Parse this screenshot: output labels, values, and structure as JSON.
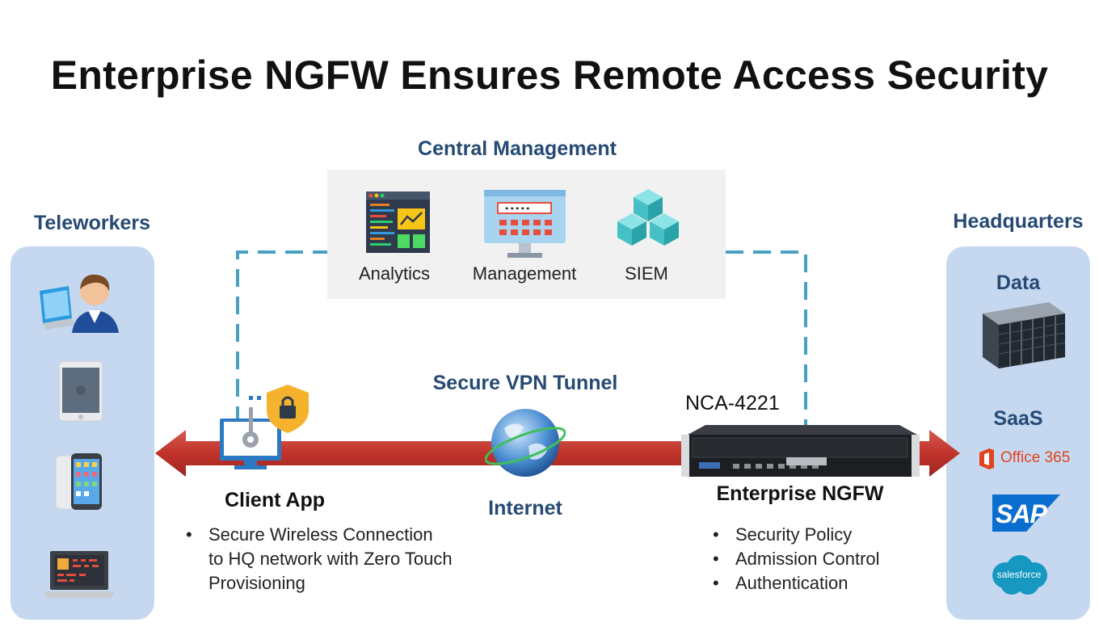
{
  "title": "Enterprise NGFW Ensures Remote Access Security",
  "central_management": {
    "heading": "Central Management",
    "items": [
      {
        "label": "Analytics",
        "icon": "analytics-dashboard-icon"
      },
      {
        "label": "Management",
        "icon": "management-monitor-icon"
      },
      {
        "label": "SIEM",
        "icon": "siem-cubes-icon"
      }
    ]
  },
  "teleworkers": {
    "heading": "Teleworkers",
    "devices": [
      "user-at-computer-icon",
      "tablet-icon",
      "smartphone-icon",
      "laptop-icon"
    ]
  },
  "headquarters": {
    "heading": "Headquarters",
    "data_label": "Data",
    "saas_label": "SaaS",
    "saas_logos": {
      "office365": "Office 365",
      "sap": "SAP",
      "salesforce": "salesforce"
    }
  },
  "tunnel": {
    "label": "Secure VPN Tunnel",
    "internet_label": "Internet"
  },
  "client_app": {
    "title": "Client App",
    "bullets": [
      "Secure Wireless Connection to HQ network with Zero Touch Provisioning"
    ]
  },
  "ngfw": {
    "model": "NCA-4221",
    "title": "Enterprise NGFW",
    "bullets": [
      "Security Policy",
      "Admission Control",
      "Authentication"
    ]
  },
  "colors": {
    "heading_blue": "#264a74",
    "arrow_red": "#c0332b",
    "dashed_line": "#4a9fc4",
    "panel_blue": "#c5d8f0",
    "panel_gray": "#f1f1f1"
  }
}
